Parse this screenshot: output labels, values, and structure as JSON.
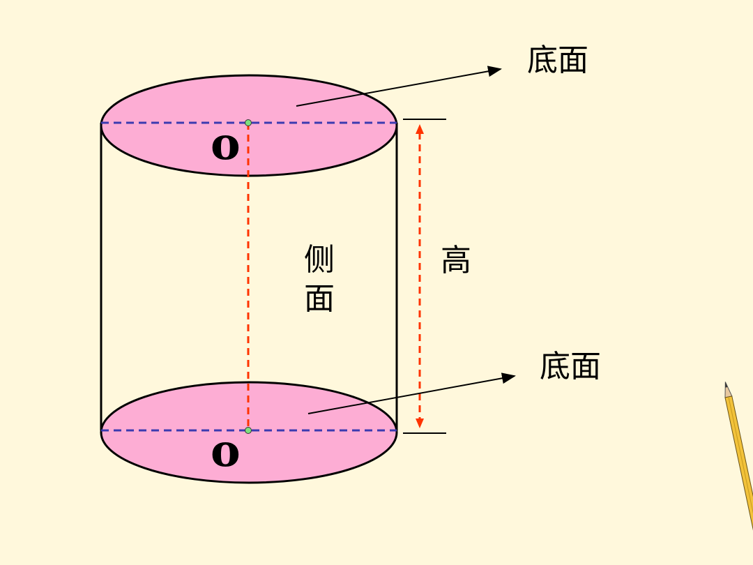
{
  "labels": {
    "top_base": "底面",
    "bottom_base": "底面",
    "side_char1": "侧",
    "side_char2": "面",
    "height": "高",
    "top_center": "o",
    "bottom_center": "o"
  },
  "colors": {
    "background": "#FFF8DC",
    "base_fill": "#FDADD4",
    "diameter_line": "#3B3BB0",
    "height_line": "#FF3300",
    "center_dot": "#7FE07F",
    "pencil_body": "#F2C23A",
    "pencil_wood": "#E8C9A0"
  },
  "icons": [
    "pencil-icon"
  ]
}
